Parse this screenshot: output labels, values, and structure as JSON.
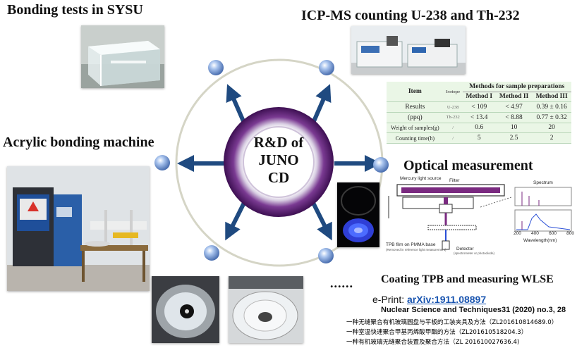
{
  "titles": {
    "bonding_tests": "Bonding tests in SYSU",
    "icpms": "ICP-MS counting U-238 and Th-232",
    "bonding_machine": "Acrylic bonding machine",
    "optical": "Optical measurement",
    "coating": "Coating TPB and  measuring WLSE",
    "ellipsis": "......"
  },
  "center": {
    "line1": "R&D of",
    "line2": "JUNO",
    "line3": "CD"
  },
  "table": {
    "corner": "Item",
    "isotope_header": "Isotope",
    "group_header": "Methods for sample preparations",
    "methods": [
      "Method I",
      "Method II",
      "Method III"
    ],
    "rows": [
      {
        "item": "Results",
        "isotope": "U-238",
        "values": [
          "< 109",
          "< 4.97",
          "0.39 ± 0.16"
        ]
      },
      {
        "item": "(ppq)",
        "isotope": "Th-232",
        "values": [
          "< 13.4",
          "< 8.88",
          "0.77 ± 0.32"
        ]
      },
      {
        "item": "Weight of samples(g)",
        "isotope": "/",
        "values": [
          "0.6",
          "10",
          "20"
        ]
      },
      {
        "item": "Counting time(h)",
        "isotope": "/",
        "values": [
          "5",
          "2.5",
          "2"
        ]
      }
    ]
  },
  "optical_diagram": {
    "mercury_light": "Mercury light source",
    "filter": "Filter",
    "spectrum": "Spectrum",
    "tpb_film": "TPB film on PMMA base",
    "tpb_sub": "(Removed in reference light measurement)",
    "detector": "Detector",
    "detector_sub": "(spectrometer or photodiode)",
    "axis_title": "Wavelength(nm)",
    "ticks": [
      "200",
      "400",
      "600",
      "800"
    ]
  },
  "references": {
    "eprint_prefix": "e-Print: ",
    "eprint_link": "arXiv:1911.08897",
    "journal": "Nuclear Science and Techniques31 (2020) no.3, 28",
    "patents": [
      "一种无缝聚合有机玻璃圆盘与平板的工装夹具及方法（ZL201610814689.0）",
      "一种室温快速聚合甲基丙烯酸甲酯的方法（ZL201610518204.3）",
      "一种有机玻璃无缝聚合装置及聚合方法（ZL 201610027636.4)"
    ]
  },
  "colors": {
    "arrow": "#1f4a80",
    "ring": "#d5d5c6",
    "center_ring": "#5a2273",
    "node": "#6f95d5",
    "link": "#1a55b0"
  }
}
